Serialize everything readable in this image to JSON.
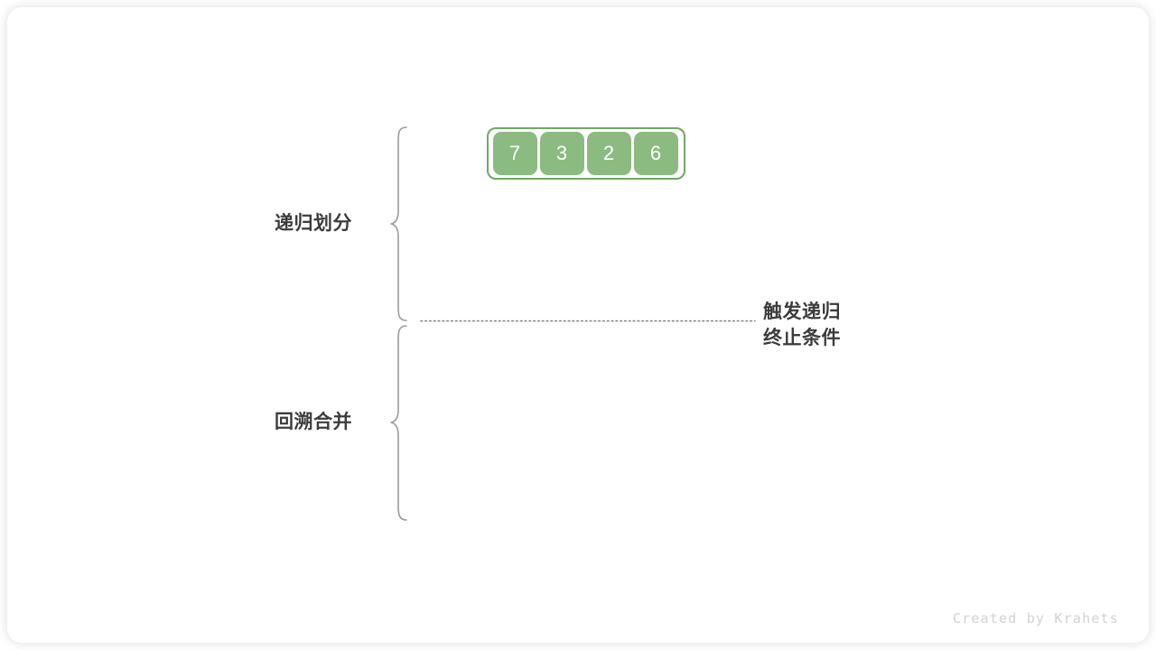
{
  "figure": {
    "title": "merge-sort-recursion-diagram",
    "background_color": "#ffffff",
    "card_color": "#ffffff"
  },
  "array": {
    "name": "input-array",
    "cells": [
      {
        "value": "7"
      },
      {
        "value": "3"
      },
      {
        "value": "2"
      },
      {
        "value": "6"
      }
    ],
    "cell_fill": "#8bbb80",
    "cell_text_color": "#ffffff",
    "container_border_color": "#72a767"
  },
  "braces": {
    "divide": {
      "label": "递归划分",
      "color": "#9a9a9a"
    },
    "merge": {
      "label": "回溯合并",
      "color": "#9a9a9a"
    }
  },
  "divider": {
    "name": "recursion-base-case-divider",
    "style": "dotted",
    "color": "#808080"
  },
  "annotation": {
    "line1": "触发递归",
    "line2": "终止条件",
    "color": "#3c3c3c"
  },
  "watermark": {
    "text": "Created by Krahets",
    "color": "#d2d2d2"
  }
}
